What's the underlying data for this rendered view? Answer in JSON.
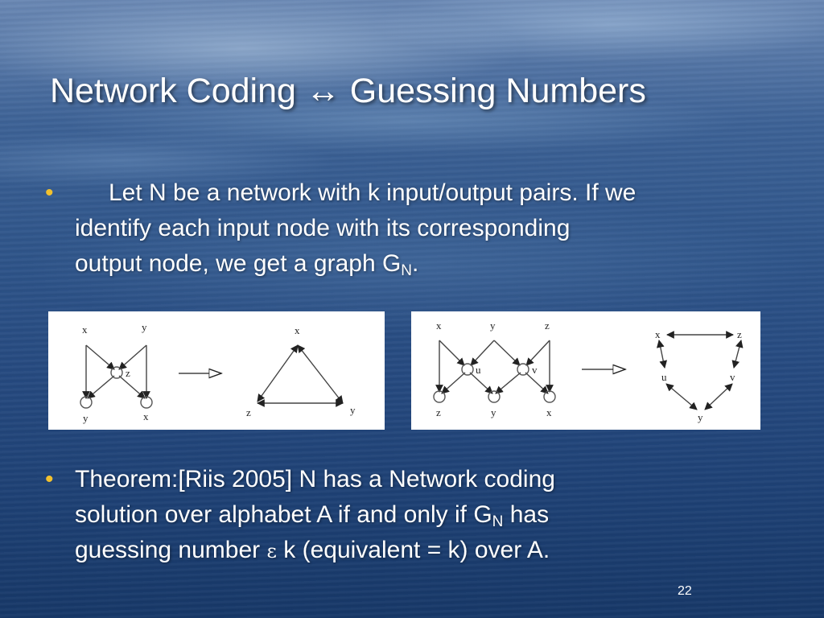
{
  "slide": {
    "title": "Network Coding ↔ Guessing Numbers",
    "bullet_1_line_1": "Let N be a network with k input/output pairs.  If we",
    "bullet_1_line_2": "identify each input node with its corresponding",
    "bullet_1_line_3_pre": "output node, we get a graph G",
    "bullet_1_sub": "N",
    "bullet_1_line_3_post": ".",
    "bullet_2_line_1": "Theorem:[Riis 2005]  N has a Network coding",
    "bullet_2_line_2_pre": "solution over alphabet A if and only if G",
    "bullet_2_sub": "N",
    "bullet_2_line_2_post": " has",
    "bullet_2_line_3_pre": "guessing number ",
    "bullet_2_symbol": "ε",
    "bullet_2_line_3_post": "  k (equivalent = k) over A.",
    "page_number": "22",
    "bullet_color": "#f2c12e"
  },
  "figure_1": {
    "network_top": [
      "x",
      "y"
    ],
    "network_middle": "z",
    "network_bottom": [
      "y",
      "x"
    ],
    "graph_nodes": [
      "x",
      "z",
      "y"
    ]
  },
  "figure_2": {
    "network_top": [
      "x",
      "y",
      "z"
    ],
    "network_middle": [
      "u",
      "v"
    ],
    "network_bottom": [
      "z",
      "y",
      "x"
    ],
    "graph_nodes": [
      "x",
      "z",
      "u",
      "v",
      "y"
    ]
  }
}
